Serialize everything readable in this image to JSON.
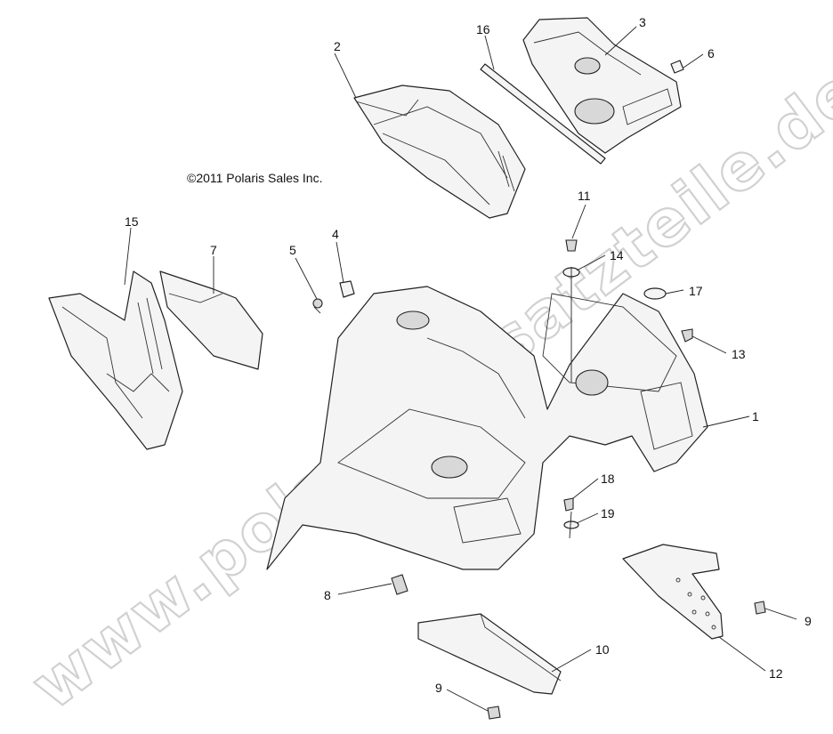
{
  "copyright": "©2011 Polaris Sales Inc.",
  "watermark": "www.polaris-ersatzteile.de",
  "callouts": {
    "c1": "1",
    "c2": "2",
    "c3": "3",
    "c4": "4",
    "c5": "5",
    "c6": "6",
    "c7": "7",
    "c8": "8",
    "c9a": "9",
    "c9b": "9",
    "c10": "10",
    "c11": "11",
    "c12": "12",
    "c13": "13",
    "c14": "14",
    "c15": "15",
    "c16": "16",
    "c17": "17",
    "c18": "18",
    "c19": "19"
  }
}
